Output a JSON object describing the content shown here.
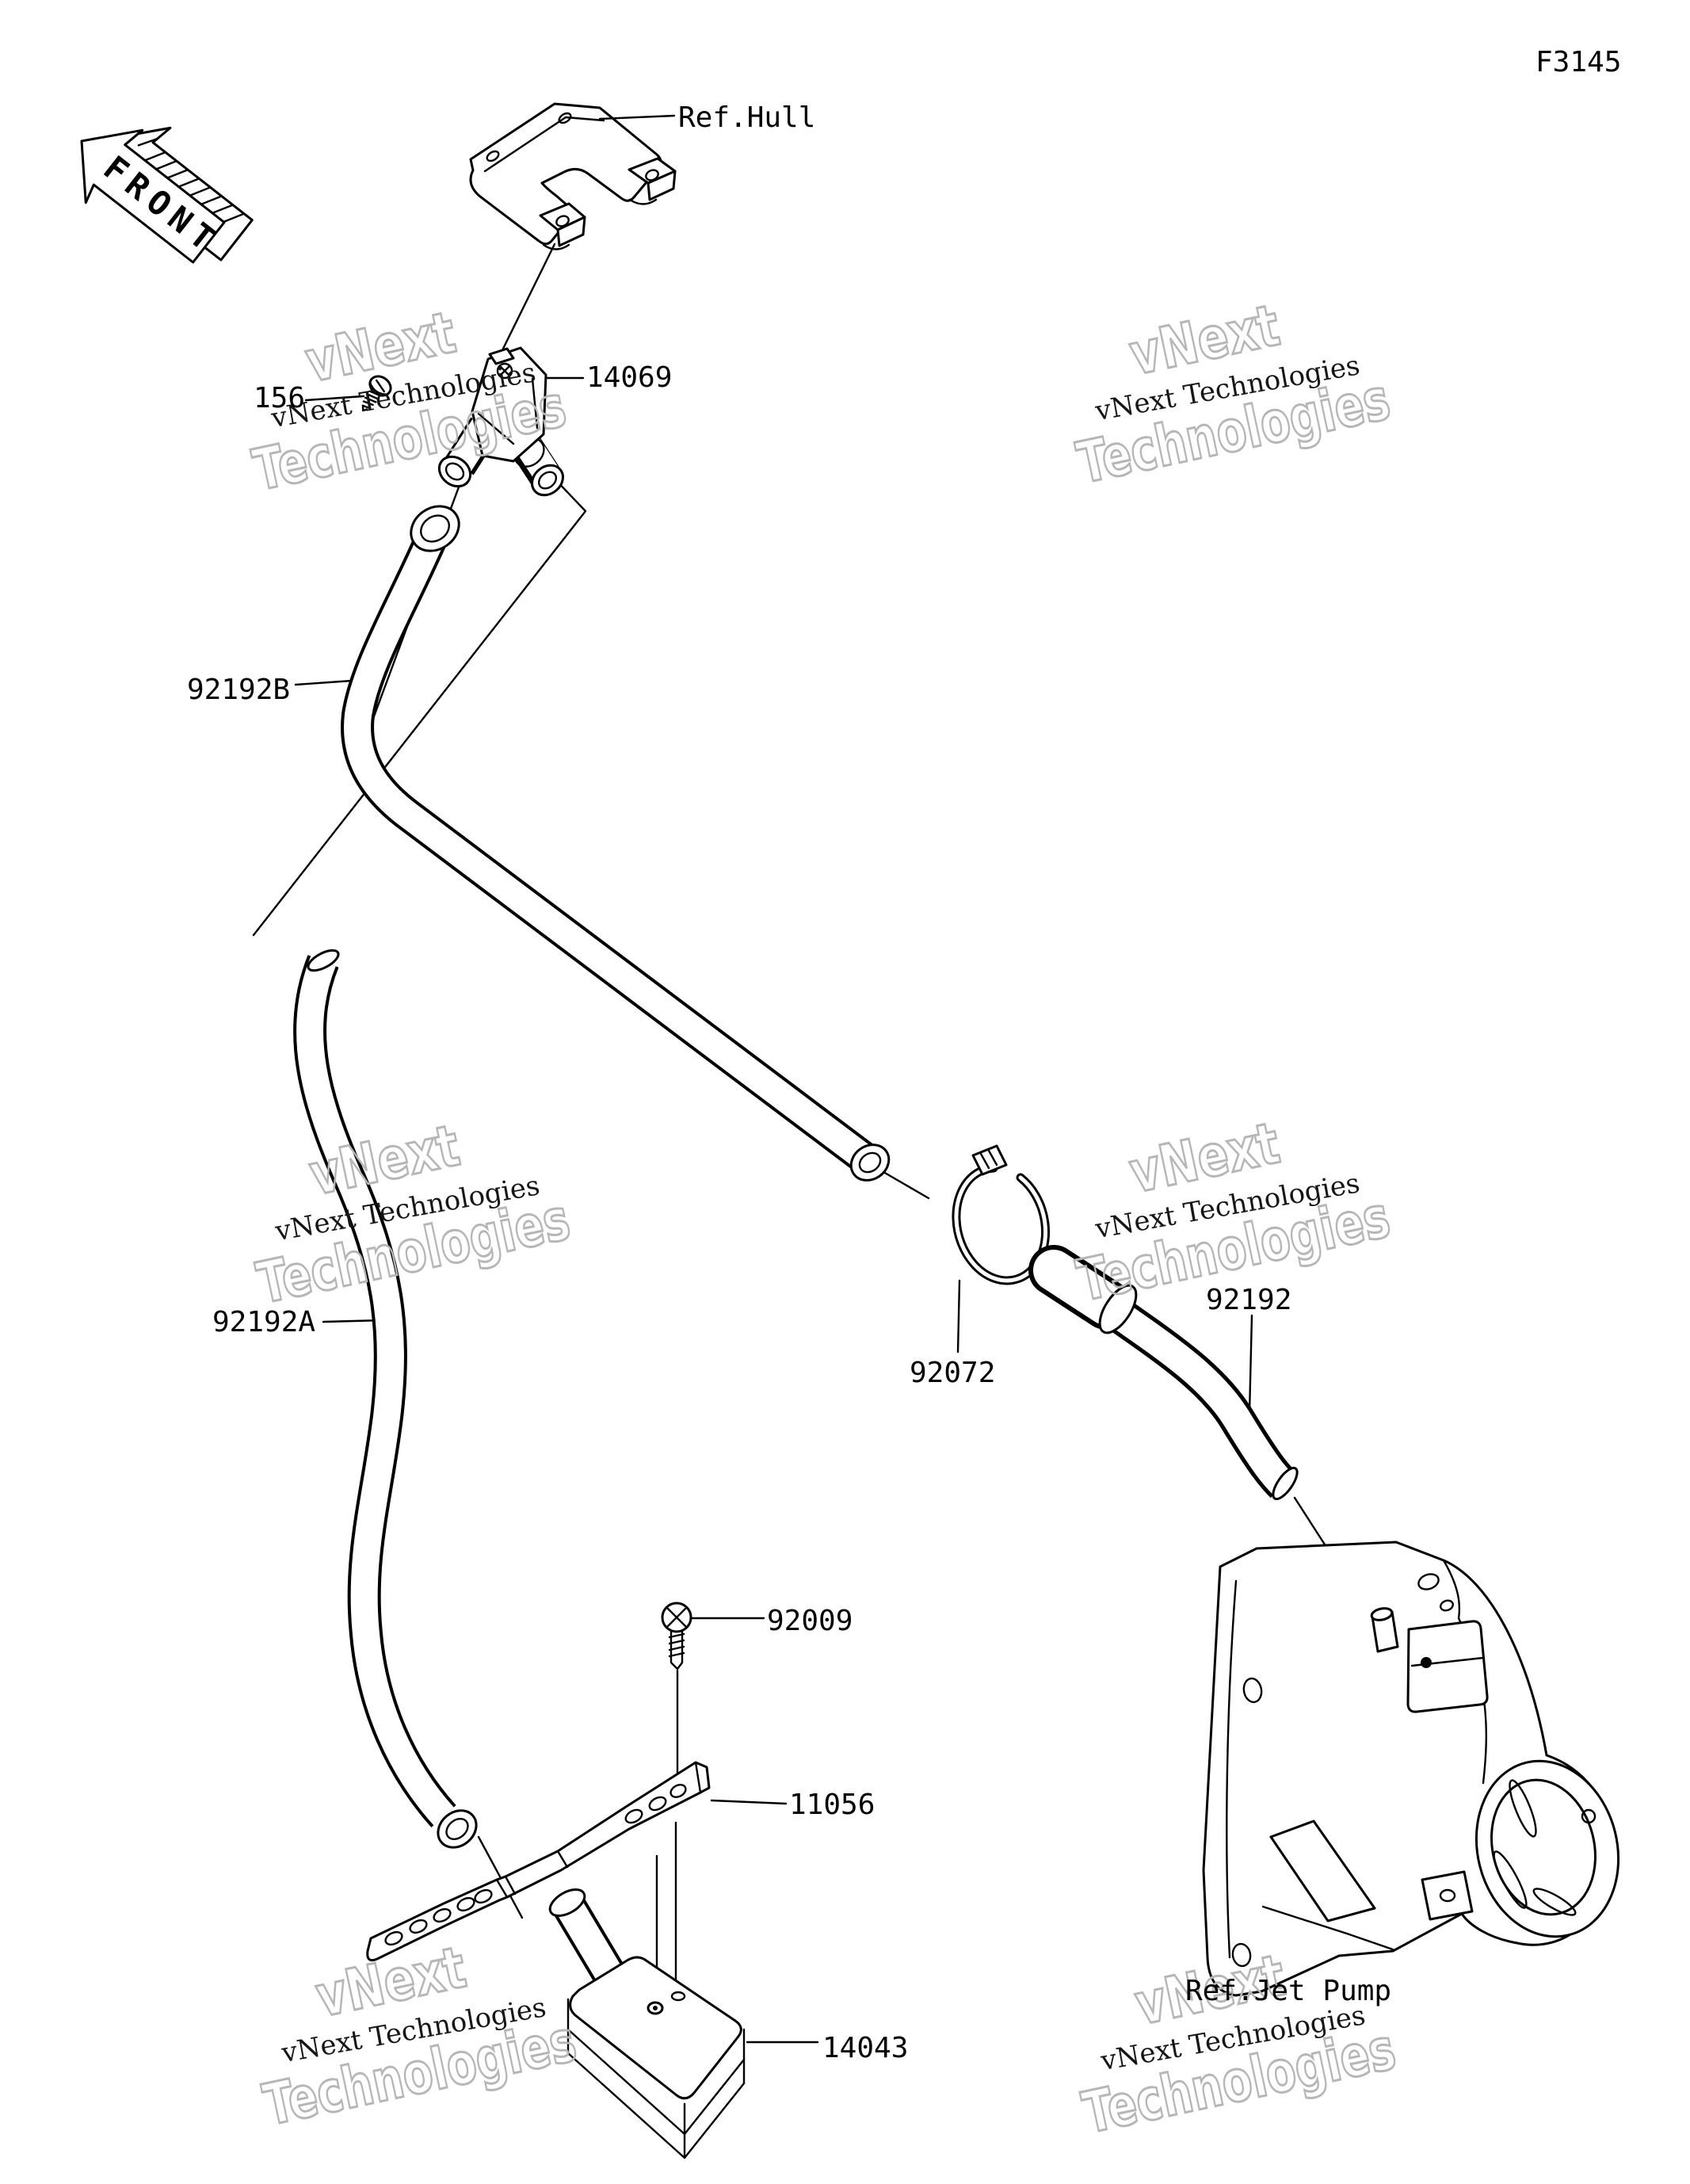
{
  "diagram": {
    "code": "F3145",
    "front_label": "FRONT",
    "ref_hull": "Ref.Hull",
    "ref_jet_pump": "Ref.Jet Pump"
  },
  "parts": {
    "p156": {
      "label": "156"
    },
    "p14069": {
      "label": "14069"
    },
    "p92192b": {
      "label": "92192B"
    },
    "p92192a": {
      "label": "92192A"
    },
    "p92072": {
      "label": "92072"
    },
    "p92192": {
      "label": "92192"
    },
    "p92009": {
      "label": "92009"
    },
    "p11056": {
      "label": "11056"
    },
    "p14043": {
      "label": "14043"
    }
  },
  "watermark": {
    "line": "vNext Technologies",
    "word1": "vNext",
    "word2": "Technologies"
  },
  "colors": {
    "line": "#000000",
    "background": "#ffffff",
    "watermark_outline": "#b6b6b6",
    "watermark_text": "#161616"
  }
}
